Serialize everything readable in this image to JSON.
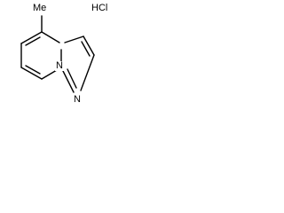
{
  "molecule": {
    "methyl_label": "Me",
    "counterion_label": "HCl",
    "ring_nitrogen_label": "N",
    "imidazole_nitrogen_label": "N"
  }
}
